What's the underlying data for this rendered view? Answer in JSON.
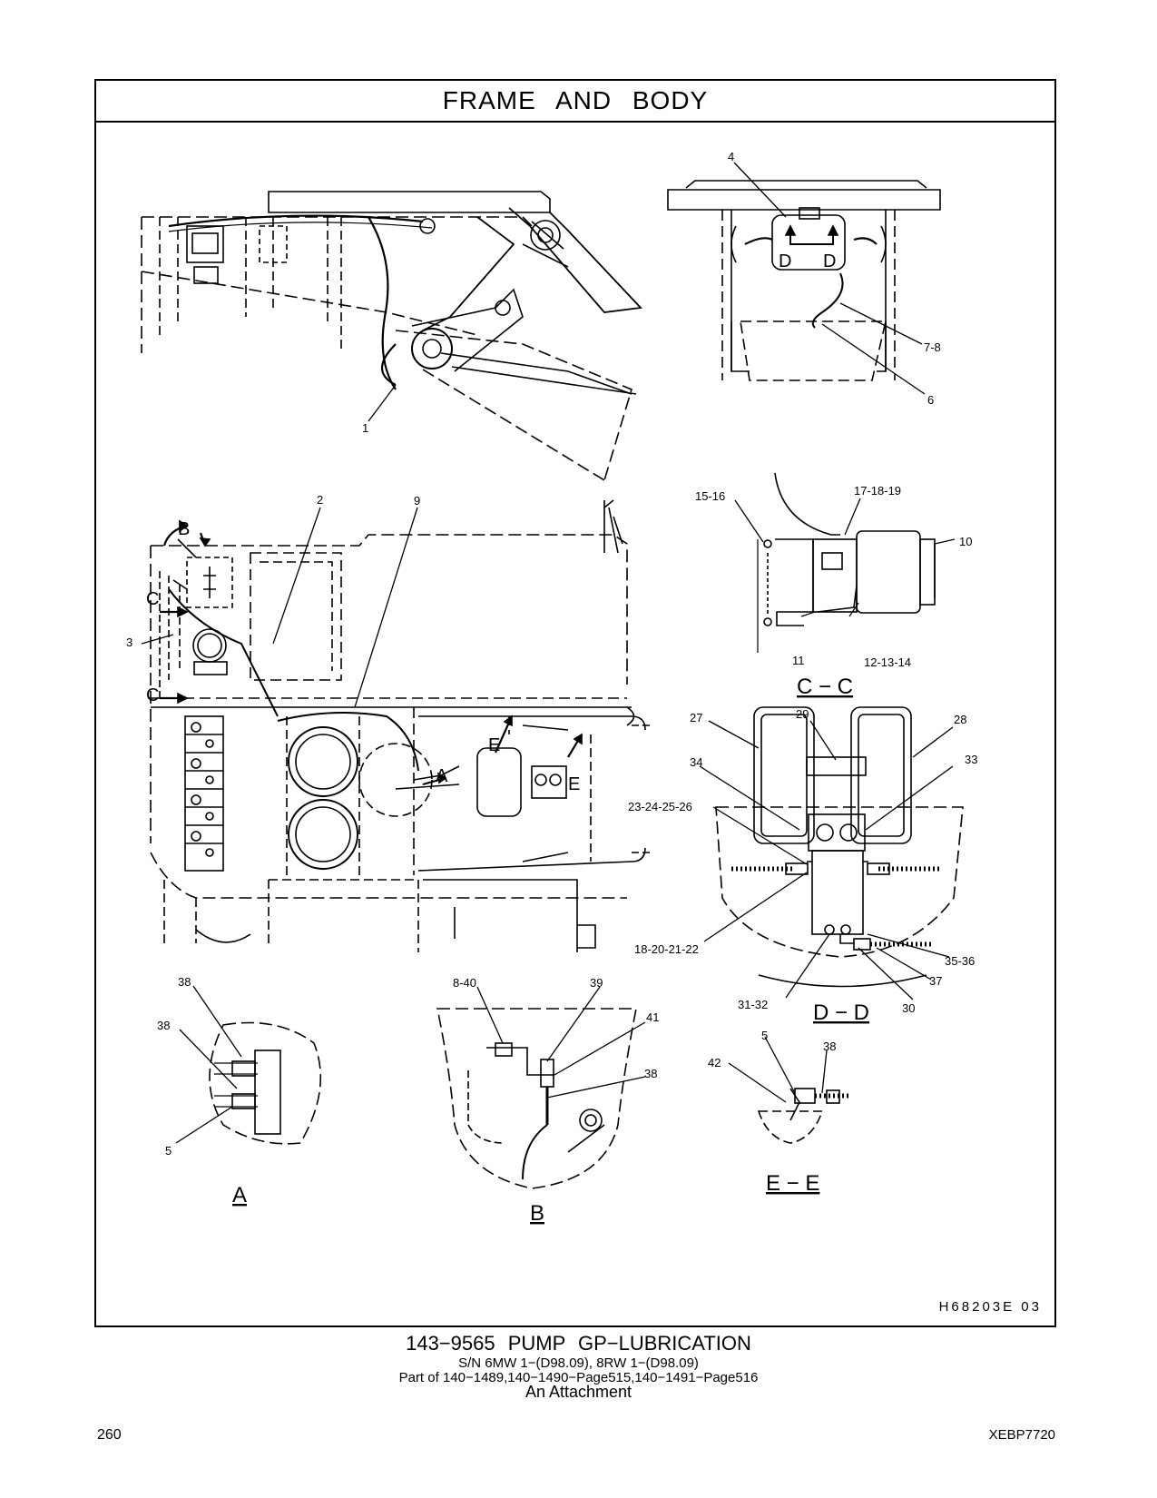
{
  "page": {
    "title": "FRAME  AND  BODY",
    "drawing_code": "H68203E   03",
    "caption": {
      "part": "143−9565   PUMP  GP−LUBRICATION",
      "serial": "S/N 6MW 1−(D98.09), 8RW 1−(D98.09)",
      "part_of": "Part of 140−1489,140−1490−Page515,140−1491−Page516",
      "attachment": "An Attachment"
    },
    "page_number": "260",
    "doc_id": "XEBP7720"
  },
  "callouts": {
    "c1": "1",
    "c2": "2",
    "c3": "3",
    "c4": "4",
    "c6": "6",
    "c78": "7-8",
    "c9": "9",
    "c10": "10",
    "c11": "11",
    "c121314": "12-13-14",
    "c1516": "15-16",
    "c171819": "17-18-19",
    "c18202122": "18-20-21-22",
    "c23242526": "23-24-25-26",
    "c27": "27",
    "c28": "28",
    "c29": "29",
    "c30": "30",
    "c3132": "31-32",
    "c33": "33",
    "c34": "34",
    "c3536": "35-36",
    "c37": "37",
    "c38a": "38",
    "c38b": "38",
    "c38c": "38",
    "c38d": "38",
    "c39": "39",
    "c41": "41",
    "c42": "42",
    "c5a": "5",
    "c5b": "5",
    "c840": "8-40"
  },
  "view_markers": {
    "b": "B",
    "c1": "C",
    "c2": "C",
    "a": "A",
    "e1": "E",
    "e2": "E",
    "d1": "D",
    "d2": "D"
  },
  "view_labels": {
    "cc": "C − C",
    "dd": "D − D",
    "a": "A",
    "b": "B",
    "ee": "E − E"
  }
}
